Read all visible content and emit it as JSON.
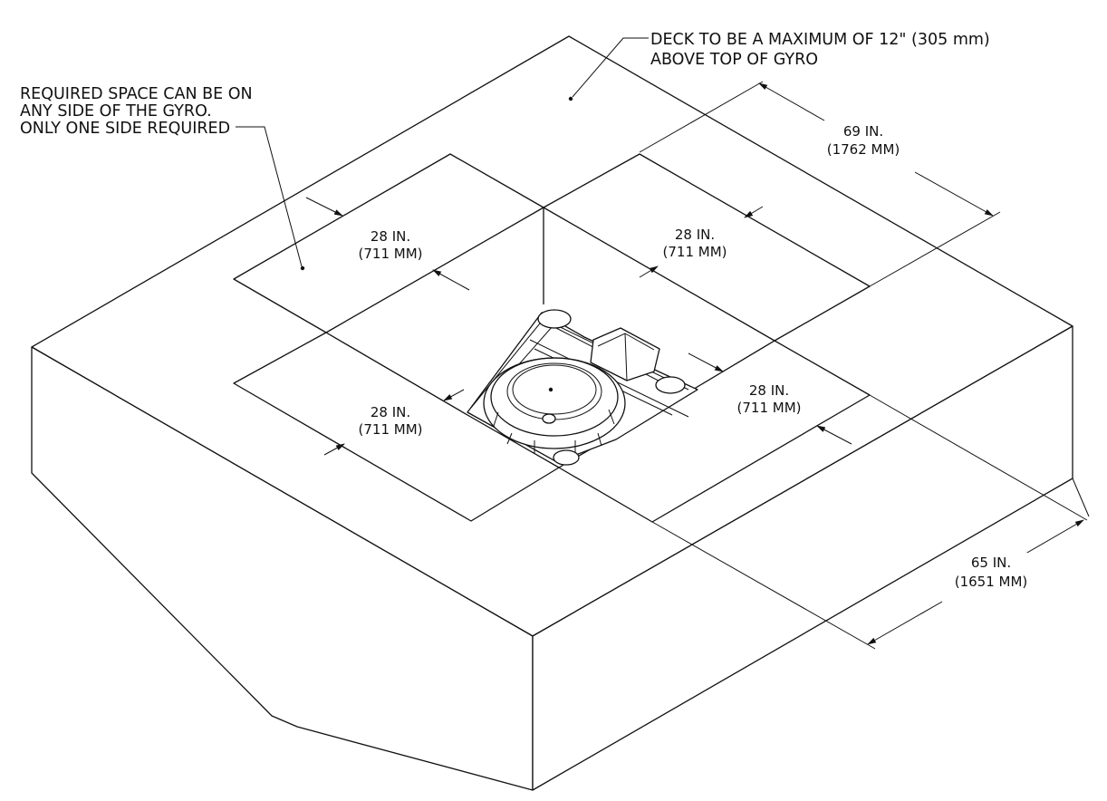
{
  "notes": {
    "deck": {
      "line1": "DECK TO BE A MAXIMUM OF 12\" (305 mm)",
      "line2": "ABOVE TOP OF GYRO"
    },
    "space": {
      "line1": "REQUIRED SPACE CAN BE ON",
      "line2": "ANY SIDE OF THE GYRO.",
      "line3": "ONLY ONE SIDE REQUIRED"
    }
  },
  "dimensions": {
    "length": {
      "imperial": "69 IN.",
      "metric": "(1762 MM)"
    },
    "width": {
      "imperial": "65 IN.",
      "metric": "(1651 MM)"
    },
    "clearance_back_left": {
      "imperial": "28 IN.",
      "metric": "(711 MM)"
    },
    "clearance_back_right": {
      "imperial": "28 IN.",
      "metric": "(711 MM)"
    },
    "clearance_front_left": {
      "imperial": "28 IN.",
      "metric": "(711 MM)"
    },
    "clearance_front_right": {
      "imperial": "28 IN.",
      "metric": "(711 MM)"
    }
  }
}
